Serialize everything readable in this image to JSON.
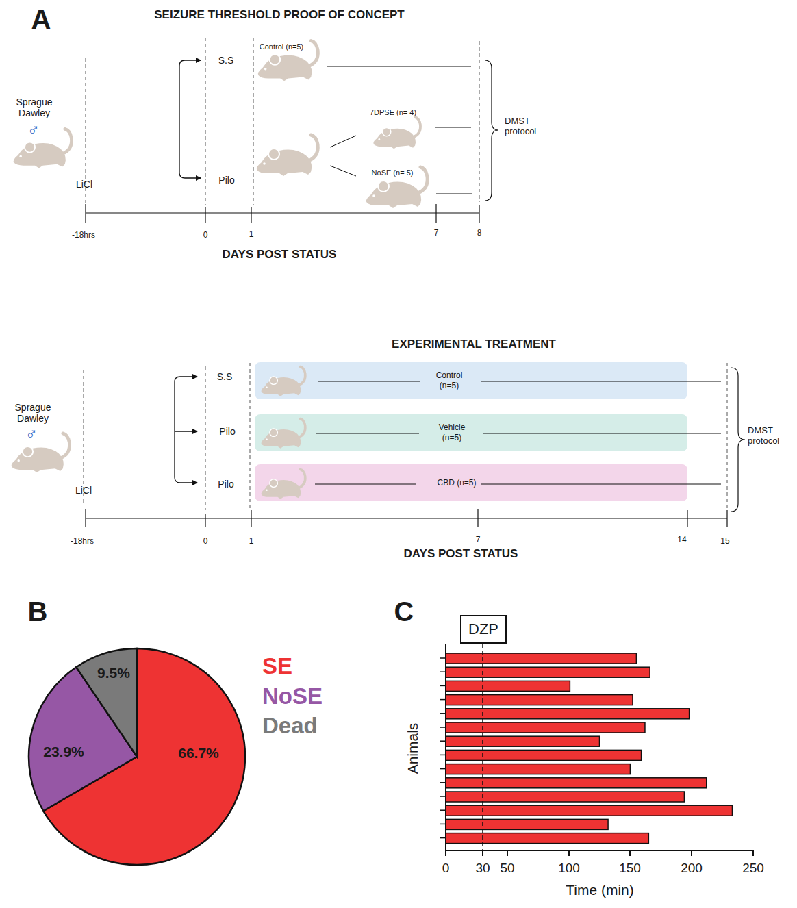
{
  "diagram": {
    "nodes": [
      {
        "text": [
          "Control (n=5)"
        ]
      },
      {
        "text": [
          "Vehicle (n=5)"
        ]
      },
      {
        "text": [
          "CBD (n=5)"
        ]
      },
      {
        "text": [
          "DZP"
        ]
      }
    ],
    "labels": [
      "A",
      "SEIZURE THRESHOLD PROOF OF CONCEPT",
      "Sprague Dawley",
      "♂",
      "LiCl",
      "S.S",
      "Pilo",
      "Control (n=5)",
      "7DPSE (n= 4)",
      "NoSE (n= 5)",
      "DMST protocol",
      "-18hrs",
      "0",
      "1",
      "7",
      "8",
      "DAYS POST STATUS",
      "EXPERIMENTAL TREATMENT",
      "Sprague Dawley",
      "♂",
      "LiCl",
      "S.S",
      "Pilo",
      "Pilo",
      "DMST protocol",
      "-18hrs",
      "0",
      "1",
      "7",
      "14",
      "15",
      "DAYS POST STATUS",
      "B",
      "66.7%",
      "23.9%",
      "9.5%",
      "C",
      "Animals",
      "0",
      "30",
      "50",
      "100",
      "150",
      "200",
      "250",
      "Time (min)"
    ],
    "legend": [
      {
        "text": "SE",
        "color": "#ee3333"
      },
      {
        "text": "NoSE",
        "color": "#9657a5"
      },
      {
        "text": "Dead",
        "color": "#7a7a7a"
      }
    ]
  }
}
